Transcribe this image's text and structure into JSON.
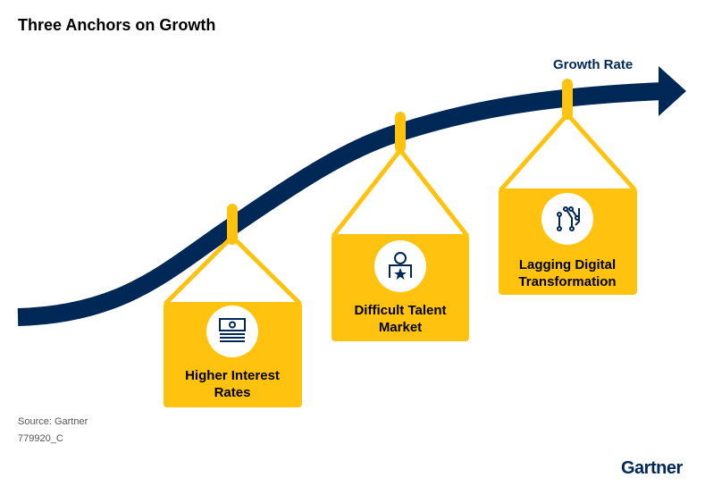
{
  "title": "Three Anchors on Growth",
  "curve_label": "Growth Rate",
  "anchors": [
    {
      "label_line1": "Higher Interest",
      "label_line2": "Rates",
      "icon": "money-bill-icon"
    },
    {
      "label_line1": "Difficult Talent",
      "label_line2": "Market",
      "icon": "person-star-icon"
    },
    {
      "label_line1": "Lagging Digital",
      "label_line2": "Transformation",
      "icon": "circuit-icon"
    }
  ],
  "source": "Source: Gartner",
  "code": "779920_C",
  "logo": "Gartner",
  "colors": {
    "navy": "#002856",
    "yellow": "#FFC20E"
  }
}
